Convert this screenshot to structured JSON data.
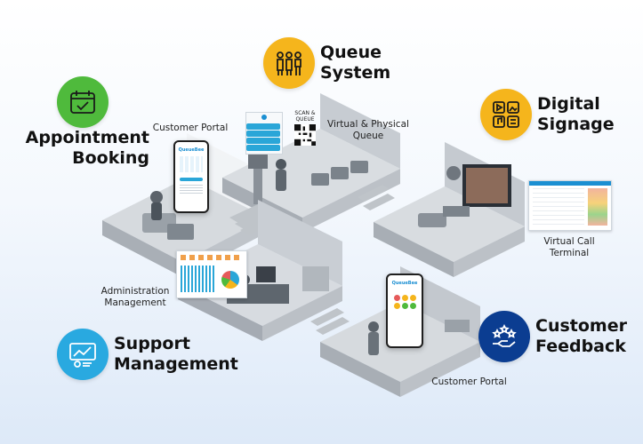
{
  "features": {
    "queue": {
      "title": "Queue\nSystem",
      "icon": "people-queue-icon",
      "color": "#f5b51c"
    },
    "digital": {
      "title": "Digital\nSignage",
      "icon": "media-signage-icon",
      "color": "#f5b51c"
    },
    "appointment": {
      "title": "Appointment\nBooking",
      "icon": "calendar-check-icon",
      "color": "#4fba3c"
    },
    "support": {
      "title": "Support\nManagement",
      "icon": "dashboard-analytics-icon",
      "color": "#29a9e0"
    },
    "feedback": {
      "title": "Customer\nFeedback",
      "icon": "rating-stars-hand-icon",
      "color": "#0b3d91"
    }
  },
  "labels": {
    "customer_portal_top": "Customer Portal",
    "virtual_physical_queue": "Virtual & Physical\nQueue",
    "virtual_call_terminal": "Virtual Call\nTerminal",
    "administration_management": "Administration\nManagement",
    "customer_portal_bottom": "Customer Portal"
  },
  "screens": {
    "scan_queue": "SCAN &\nQUEUE",
    "logo": "QueueBee"
  }
}
